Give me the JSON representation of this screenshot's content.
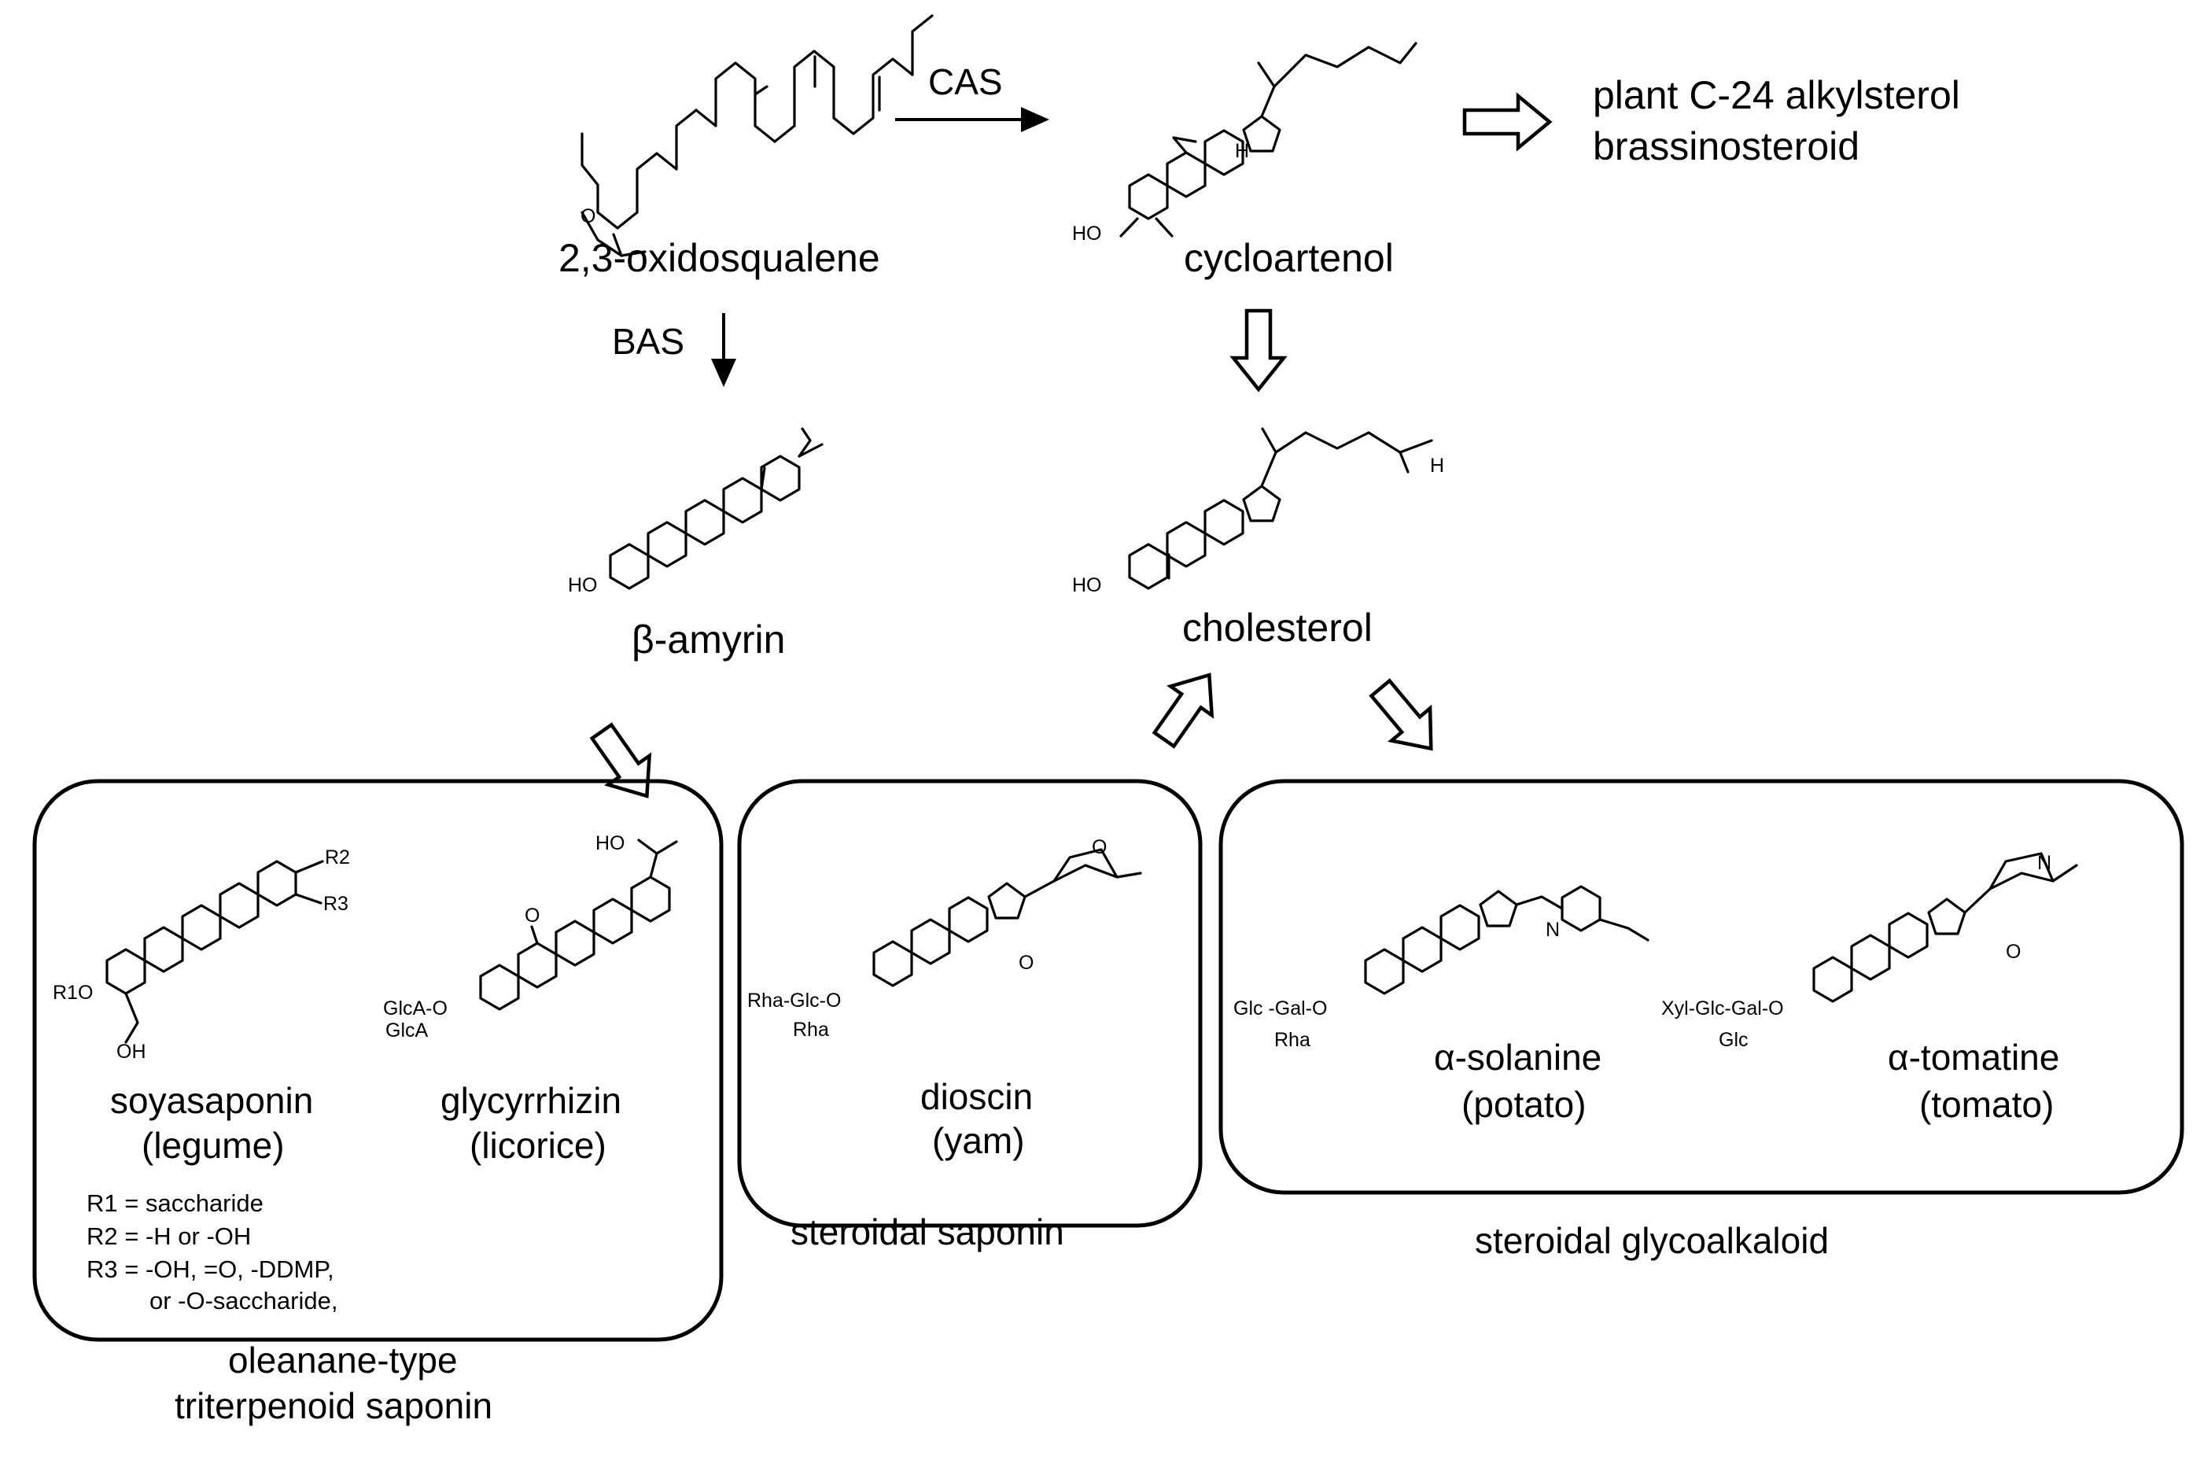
{
  "labels": {
    "oxidosqualene": "2,3-oxidosqualene",
    "cycloartenol": "cycloartenol",
    "plant_sterol_line1": "plant C-24 alkylsterol",
    "plant_sterol_line2": "brassinosteroid",
    "cas": "CAS",
    "bas": "BAS",
    "beta_amyrin": "β-amyrin",
    "cholesterol": "cholesterol"
  },
  "compounds": {
    "soyasaponin": {
      "name": "soyasaponin",
      "source": "(legume)"
    },
    "glycyrrhizin": {
      "name": "glycyrrhizin",
      "source": "(licorice)"
    },
    "dioscin": {
      "name": "dioscin",
      "source": "(yam)"
    },
    "solanine": {
      "name": "α-solanine",
      "source": "(potato)"
    },
    "tomatine": {
      "name": "α-tomatine",
      "source": "(tomato)"
    }
  },
  "r_groups": {
    "r1": "R1 = saccharide",
    "r2": "R2 = -H or -OH",
    "r3": "R3 = -OH, =O, -DDMP,",
    "r3b": "or -O-saccharide,"
  },
  "substituents": {
    "soya_ro": "R1O",
    "soya_oh": "OH",
    "soya_r2": "R2",
    "soya_r3": "R3",
    "glyc_glca1": "GlcA-O",
    "glyc_glca2": "GlcA",
    "glyc_cooh": "HO",
    "glyc_o": "O",
    "dioscin_sugar1": "Rha-Glc-O",
    "dioscin_sugar2": "Rha",
    "solanine_sugar1": "Glc -Gal-O",
    "solanine_sugar2": "Rha",
    "tomatine_sugar1": "Xyl-Glc-Gal-O",
    "tomatine_sugar2": "Glc",
    "ho": "HO",
    "h": "H",
    "o": "O",
    "n": "N"
  },
  "groups": {
    "oleanane_line1": "oleanane-type",
    "oleanane_line2": "triterpenoid saponin",
    "steroidal_saponin": "steroidal saponin",
    "glycoalkaloid": "steroidal glycoalkaloid"
  }
}
